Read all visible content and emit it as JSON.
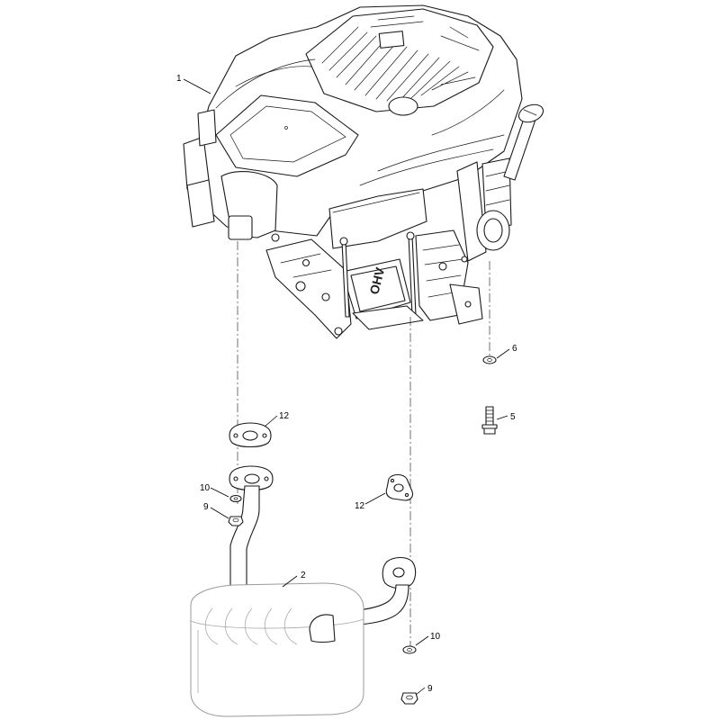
{
  "callouts": {
    "engine": "1",
    "muffler": "2",
    "bolt": "5",
    "washer": "6",
    "gasket_left": "12",
    "gasket_right": "12",
    "washer_left": "10",
    "washer_right": "10",
    "nut_left": "9",
    "nut_right": "9"
  },
  "engine_label": "OHV"
}
